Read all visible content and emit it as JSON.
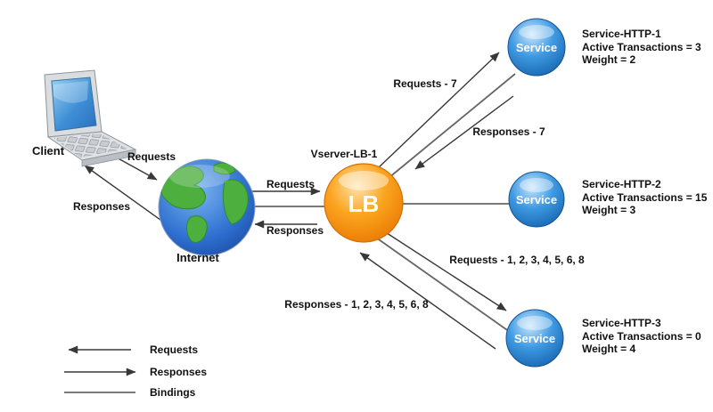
{
  "diagram": {
    "client_label": "Client",
    "internet_label": "Internet",
    "lb_title": "Vserver-LB-1",
    "lb_sphere_text": "LB",
    "services": [
      {
        "sphere": "Service",
        "name": "Service-HTTP-1",
        "transactions": "Active Transactions = 3",
        "weight": "Weight = 2"
      },
      {
        "sphere": "Service",
        "name": "Service-HTTP-2",
        "transactions": "Active Transactions = 15",
        "weight": "Weight = 3"
      },
      {
        "sphere": "Service",
        "name": "Service-HTTP-3",
        "transactions": "Active Transactions = 0",
        "weight": "Weight = 4"
      }
    ],
    "flows": {
      "client_internet_requests": "Requests",
      "client_internet_responses": "Responses",
      "internet_lb_requests": "Requests",
      "internet_lb_responses": "Responses",
      "lb_service1_requests": "Requests - 7",
      "lb_service1_responses": "Responses - 7",
      "lb_service3_requests": "Requests - 1, 2, 3, 4, 5, 6, 8",
      "lb_service3_responses": "Responses - 1, 2, 3, 4, 5, 6, 8"
    },
    "legend": [
      {
        "label": "Requests"
      },
      {
        "label": "Responses"
      },
      {
        "label": "Bindings"
      }
    ],
    "colors": {
      "lb_orange": "#f68b1f",
      "service_blue": "#2f86d2",
      "globe_ocean_blue": "#2f6fd0",
      "globe_land_green": "#4caf3e",
      "flow_line": "#383838",
      "binding_line": "#666666",
      "text": "#111111",
      "background": "#ffffff"
    }
  }
}
